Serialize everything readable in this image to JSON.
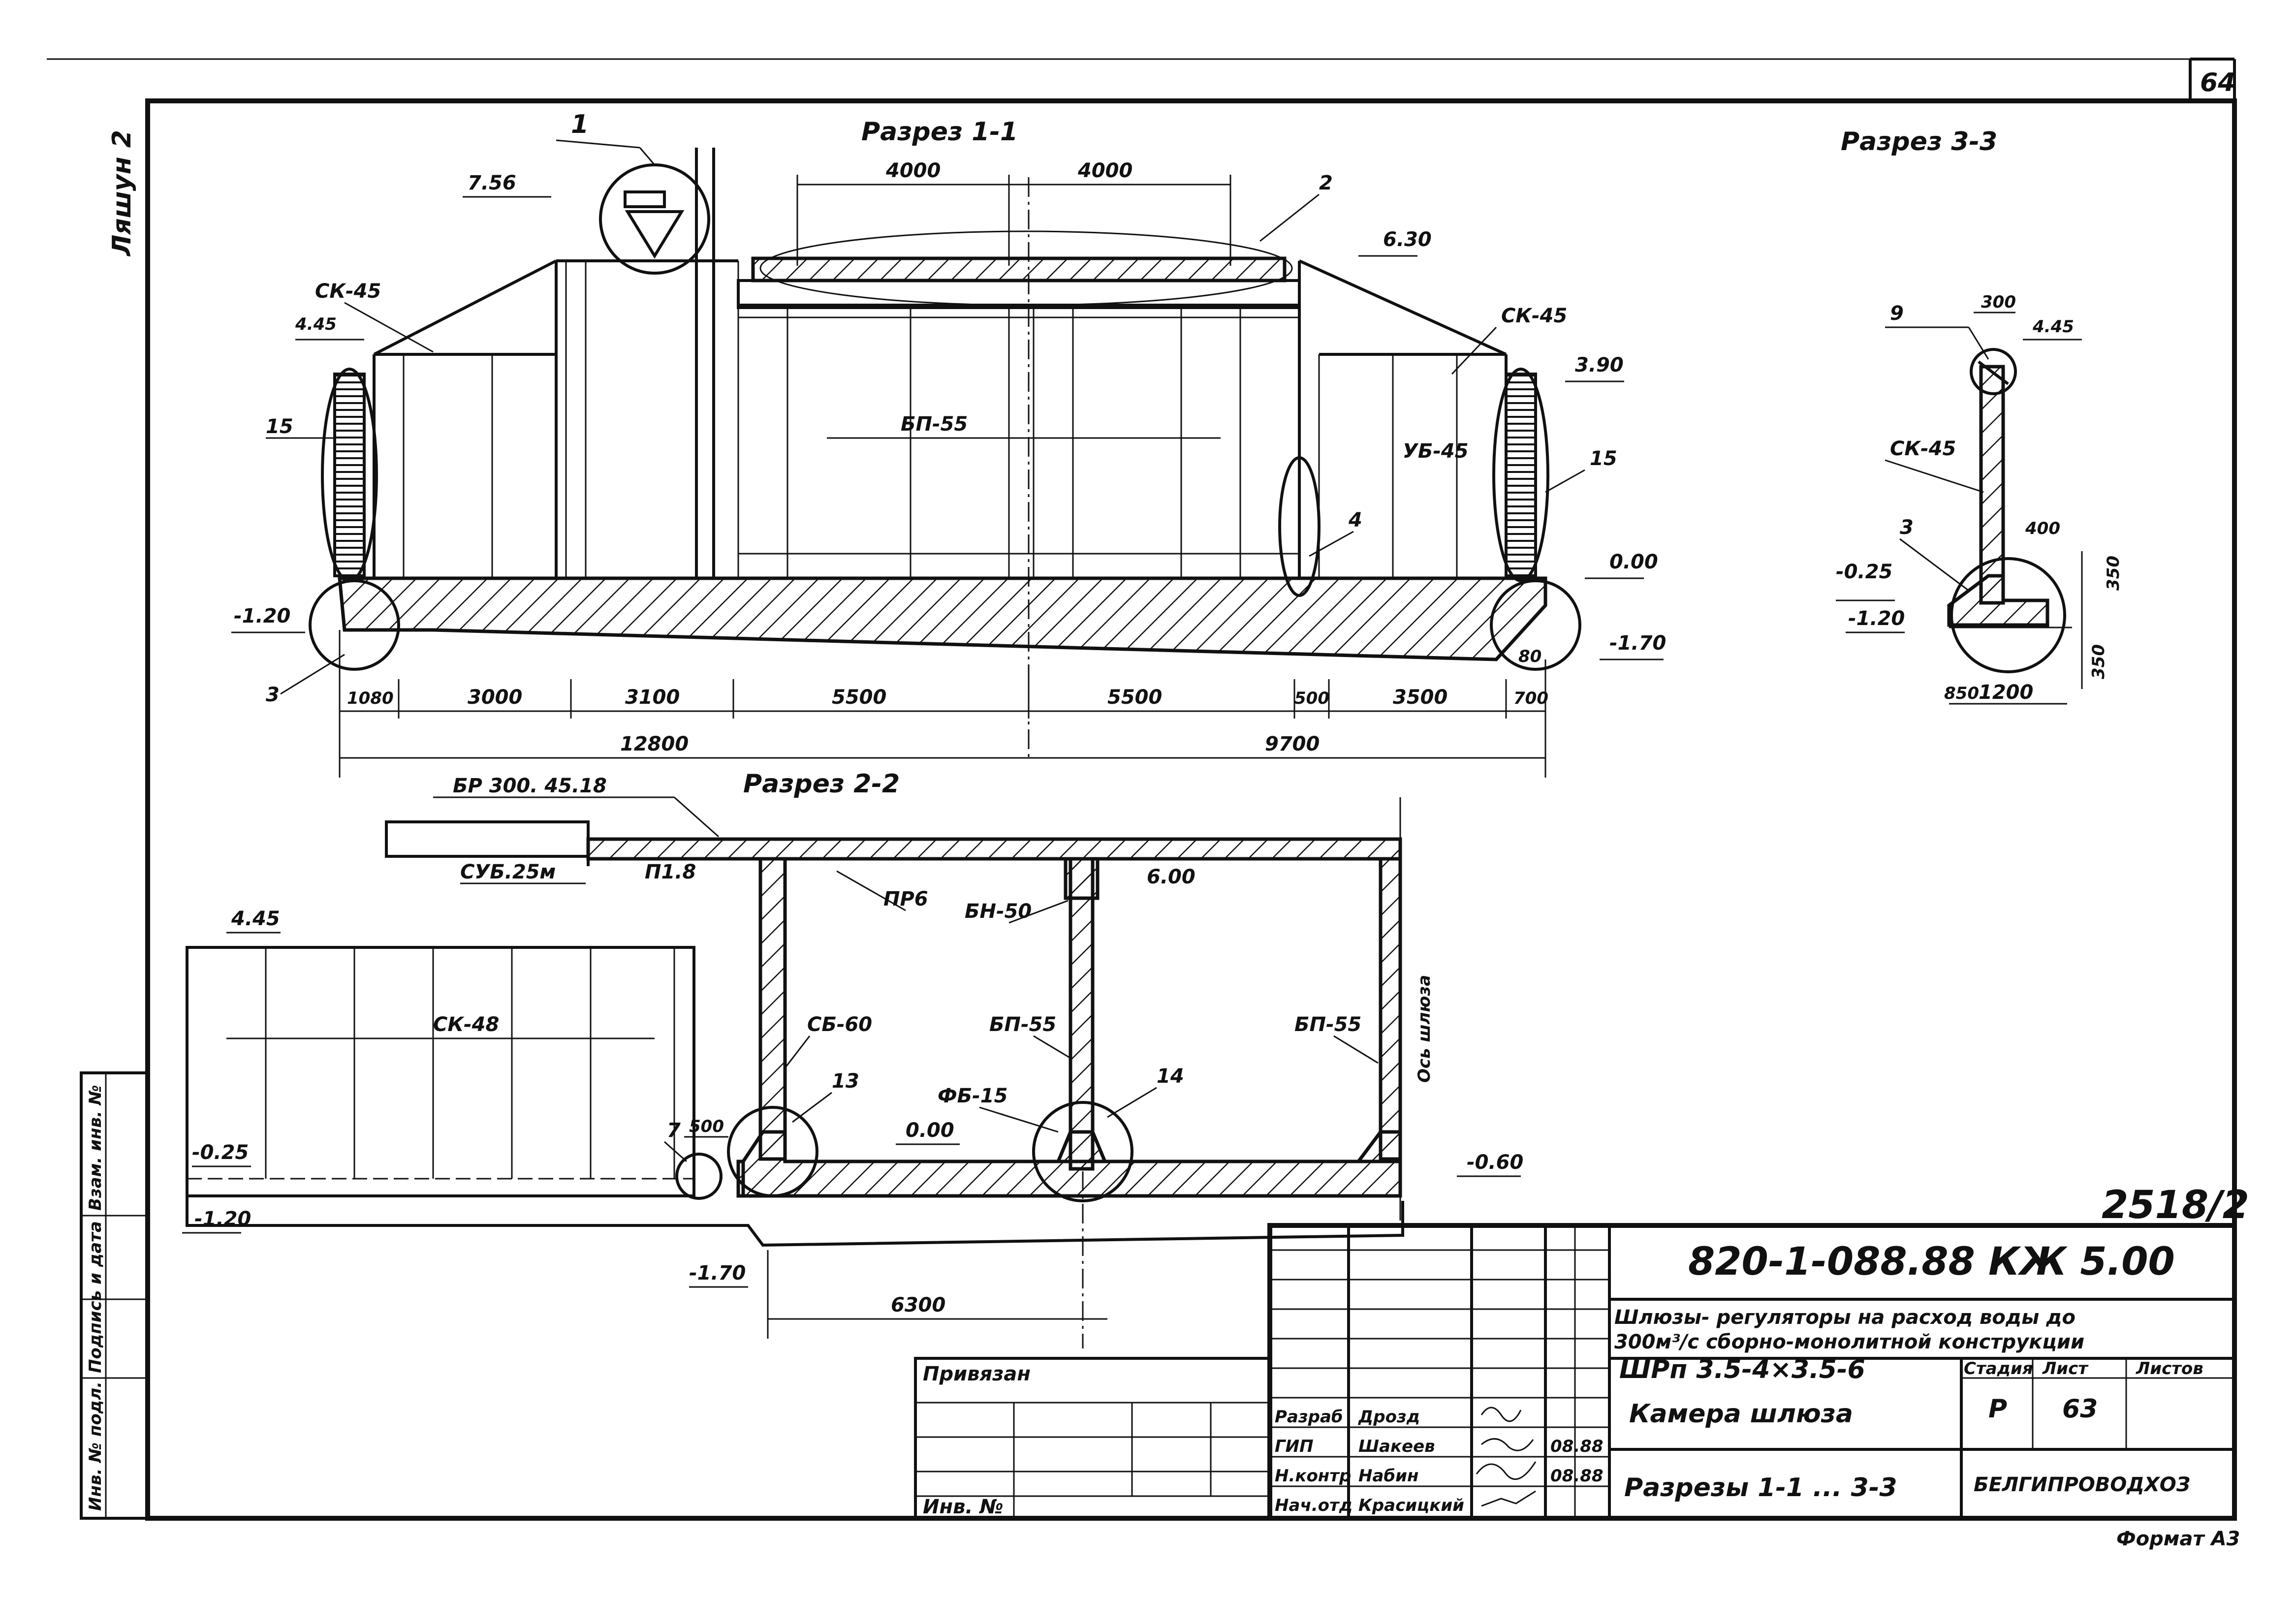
{
  "sheet_number": "64",
  "left_margin": {
    "vertical_note": "Ляшун 2"
  },
  "section_1": {
    "title": "Разрез 1-1",
    "dims_top": [
      "4000",
      "4000"
    ],
    "dims_bottom": [
      "1080",
      "3000",
      "3100",
      "5500",
      "5500",
      "500",
      "3500",
      "700"
    ],
    "dims_total": [
      "12800",
      "9700"
    ],
    "elevations": [
      "7.56",
      "4.45",
      "6.30",
      "3.90",
      "0.00",
      "-1.20",
      "-1.70"
    ],
    "element_labels": [
      "СК-45",
      "СК-45",
      "БП-55",
      "УБ-45"
    ],
    "callouts": [
      "1",
      "2",
      "3",
      "4",
      "15",
      "15"
    ],
    "small_dim": "80"
  },
  "section_2": {
    "title": "Разрез 2-2",
    "element_labels": [
      "БР 300. 45.18",
      "СУБ.25м",
      "П1.8",
      "ПР6",
      "БН-50",
      "СК-48",
      "СБ-60",
      "БП-55",
      "БП-55",
      "ФБ-15"
    ],
    "elevations": [
      "4.45",
      "6.00",
      "0.00",
      "-0.25",
      "-0.60",
      "-1.20",
      "-1.70"
    ],
    "axis_label": "Ось шлюза",
    "callouts": [
      "7",
      "13",
      "14"
    ],
    "dims": [
      "500",
      "6300"
    ]
  },
  "section_3": {
    "title": "Разрез 3-3",
    "element_labels": [
      "СК-45"
    ],
    "elevations": [
      "4.45",
      "-0.25",
      "-1.20"
    ],
    "callouts": [
      "9",
      "3"
    ],
    "dims": [
      "300",
      "400",
      "350",
      "350",
      "850",
      "1200"
    ]
  },
  "stamp": {
    "sheet_code": "2518/2",
    "project_code": "820-1-088.88 КЖ 5.00",
    "title_line1": "Шлюзы- регуляторы на расход воды до",
    "title_line2": "300м³/с сборно-монолитной конструкции",
    "subtitle": "ШРп 3.5-4×3.5-6",
    "part": "Камера шлюза",
    "drawing": "Разрезы 1-1 ... 3-3",
    "col_stage": "Стадия",
    "col_sheet": "Лист",
    "col_sheets": "Листов",
    "stage": "Р",
    "sheet": "63",
    "organization": "БЕЛГИПРОВОДХОЗ",
    "format": "Формат А3",
    "privyazan": "Привязан",
    "inv_no": "Инв. №",
    "roles": [
      {
        "role": "Разраб",
        "name": "Дрозд",
        "date": ""
      },
      {
        "role": "ГИП",
        "name": "Шакеев",
        "date": "08.88"
      },
      {
        "role": "Н.контр",
        "name": "Набин",
        "date": "08.88"
      },
      {
        "role": "Нач.отд",
        "name": "Красицкий",
        "date": ""
      }
    ],
    "side_labels": [
      "Инв. № подл.",
      "Подпись и дата",
      "Взам. инв. №"
    ]
  }
}
